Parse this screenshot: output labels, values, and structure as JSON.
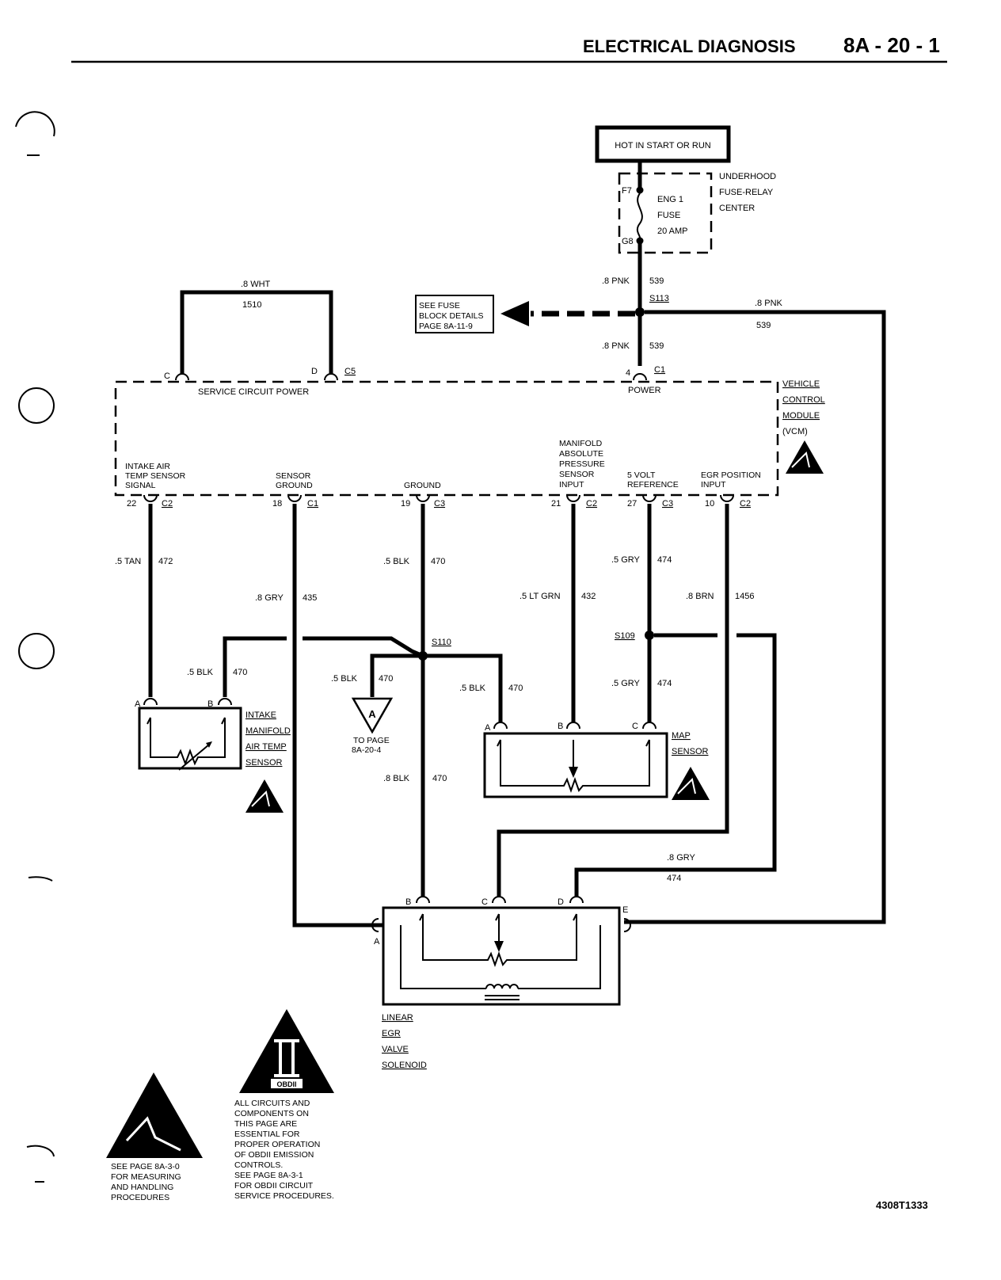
{
  "header": {
    "title": "ELECTRICAL DIAGNOSIS",
    "page": "8A - 20 - 1"
  },
  "power": {
    "hot_box": "HOT IN START OR RUN",
    "fuse_block_label": [
      "UNDERHOOD",
      "FUSE-RELAY",
      "CENTER"
    ],
    "fuse_top_pin": "F7",
    "fuse_bottom_pin": "G8",
    "fuse_name": [
      "ENG 1",
      "FUSE",
      "20 AMP"
    ],
    "wire_upper": ".8 PNK",
    "wire_upper_num": "539",
    "splice": "S113",
    "wire_lower": ".8 PNK",
    "wire_lower_num": "539",
    "wire_right": ".8 PNK",
    "wire_right_num": "539",
    "see_fuse": [
      "SEE FUSE",
      "BLOCK DETAILS",
      "PAGE 8A-11-9"
    ]
  },
  "service_loop": {
    "wire": ".8 WHT",
    "num": "1510",
    "pin_c": "C",
    "pin_d": "D",
    "connector": "C5",
    "label": "SERVICE CIRCUIT POWER"
  },
  "vcm": {
    "label": [
      "VEHICLE",
      "CONTROL",
      "MODULE",
      "(VCM)"
    ],
    "power_pin": "4",
    "power_conn": "C1",
    "power_label": "POWER",
    "pins": [
      {
        "label": [
          "INTAKE AIR",
          "TEMP SENSOR",
          "SIGNAL"
        ],
        "pin": "22",
        "conn": "C2"
      },
      {
        "label": [
          "SENSOR",
          "GROUND"
        ],
        "pin": "18",
        "conn": "C1"
      },
      {
        "label": [
          "GROUND"
        ],
        "pin": "19",
        "conn": "C3"
      },
      {
        "label": [
          "MANIFOLD",
          "ABSOLUTE",
          "PRESSURE",
          "SENSOR",
          "INPUT"
        ],
        "pin": "21",
        "conn": "C2"
      },
      {
        "label": [
          "5 VOLT",
          "REFERENCE"
        ],
        "pin": "27",
        "conn": "C3"
      },
      {
        "label": [
          "EGR POSITION",
          "INPUT"
        ],
        "pin": "10",
        "conn": "C2"
      }
    ]
  },
  "wires": {
    "tan": [
      ".5 TAN",
      "472"
    ],
    "gry435": [
      ".8 GRY",
      "435"
    ],
    "blk470_top": [
      ".5 BLK",
      "470"
    ],
    "ltgrn": [
      ".5 LT GRN",
      "432"
    ],
    "gry474_top": [
      ".5 GRY",
      "474"
    ],
    "brn": [
      ".8 BRN",
      "1456"
    ],
    "s110": "S110",
    "s109": "S109",
    "blk_iat": [
      ".5 BLK",
      "470"
    ],
    "blk_a": [
      ".5 BLK",
      "470"
    ],
    "blk_map": [
      ".5 BLK",
      "470"
    ],
    "gry474_map": [
      ".5 GRY",
      "474"
    ],
    "blk_egr": [
      ".8 BLK",
      "470"
    ],
    "gry474_egr": [
      ".8 GRY",
      "474"
    ]
  },
  "ref_a": {
    "letter": "A",
    "text": [
      "TO PAGE",
      "8A-20-4"
    ]
  },
  "iat_sensor": {
    "pin_a": "A",
    "pin_b": "B",
    "label": [
      "INTAKE",
      "MANIFOLD",
      "AIR TEMP",
      "SENSOR"
    ]
  },
  "map_sensor": {
    "pin_a": "A",
    "pin_b": "B",
    "pin_c": "C",
    "label": [
      "MAP",
      "SENSOR"
    ]
  },
  "egr": {
    "pin_a": "A",
    "pin_b": "B",
    "pin_c": "C",
    "pin_d": "D",
    "pin_e": "E",
    "label": [
      "LINEAR",
      "EGR",
      "VALVE",
      "SOLENOID"
    ]
  },
  "notes": {
    "esd": [
      "SEE PAGE 8A-3-0",
      "FOR MEASURING",
      "AND HANDLING",
      "PROCEDURES"
    ],
    "obd_badge": "OBDII",
    "obd": [
      "ALL CIRCUITS AND",
      "COMPONENTS ON",
      "THIS PAGE ARE",
      "ESSENTIAL FOR",
      "PROPER OPERATION",
      "OF OBDII EMISSION",
      "CONTROLS.",
      "SEE PAGE 8A-3-1",
      "FOR OBDII CIRCUIT",
      "SERVICE PROCEDURES."
    ]
  },
  "figure_id": "4308T1333"
}
